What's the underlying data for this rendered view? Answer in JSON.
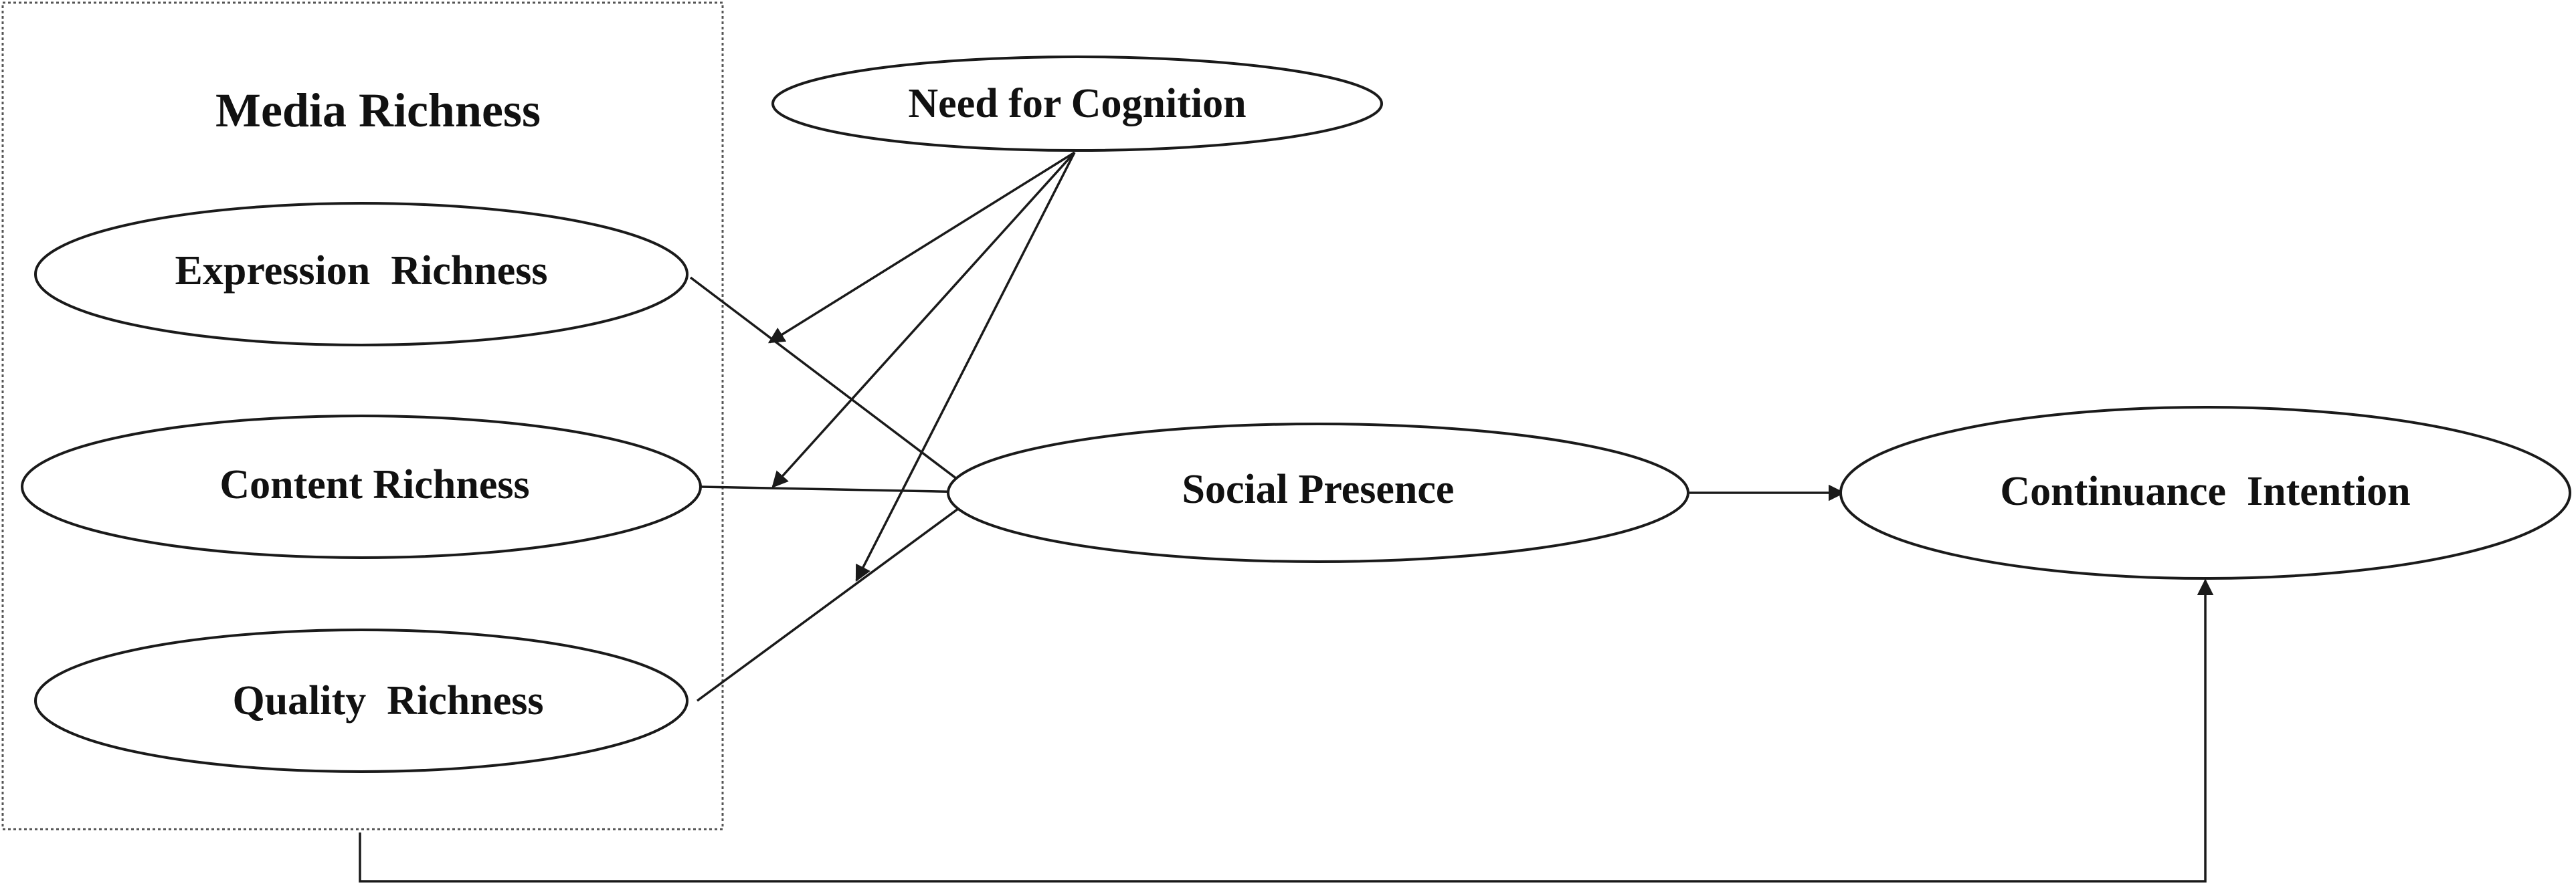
{
  "group": {
    "label": "Media Richness"
  },
  "nodes": {
    "need_for_cognition": "Need for Cognition",
    "expression_richness": "Expression  Richness",
    "content_richness": "Content Richness",
    "quality_richness": "Quality  Richness",
    "social_presence": "Social Presence",
    "continuance_intention": "Continuance  Intention"
  },
  "colors": {
    "stroke": "#1a1a1a",
    "text": "#111111",
    "background": "#ffffff"
  }
}
